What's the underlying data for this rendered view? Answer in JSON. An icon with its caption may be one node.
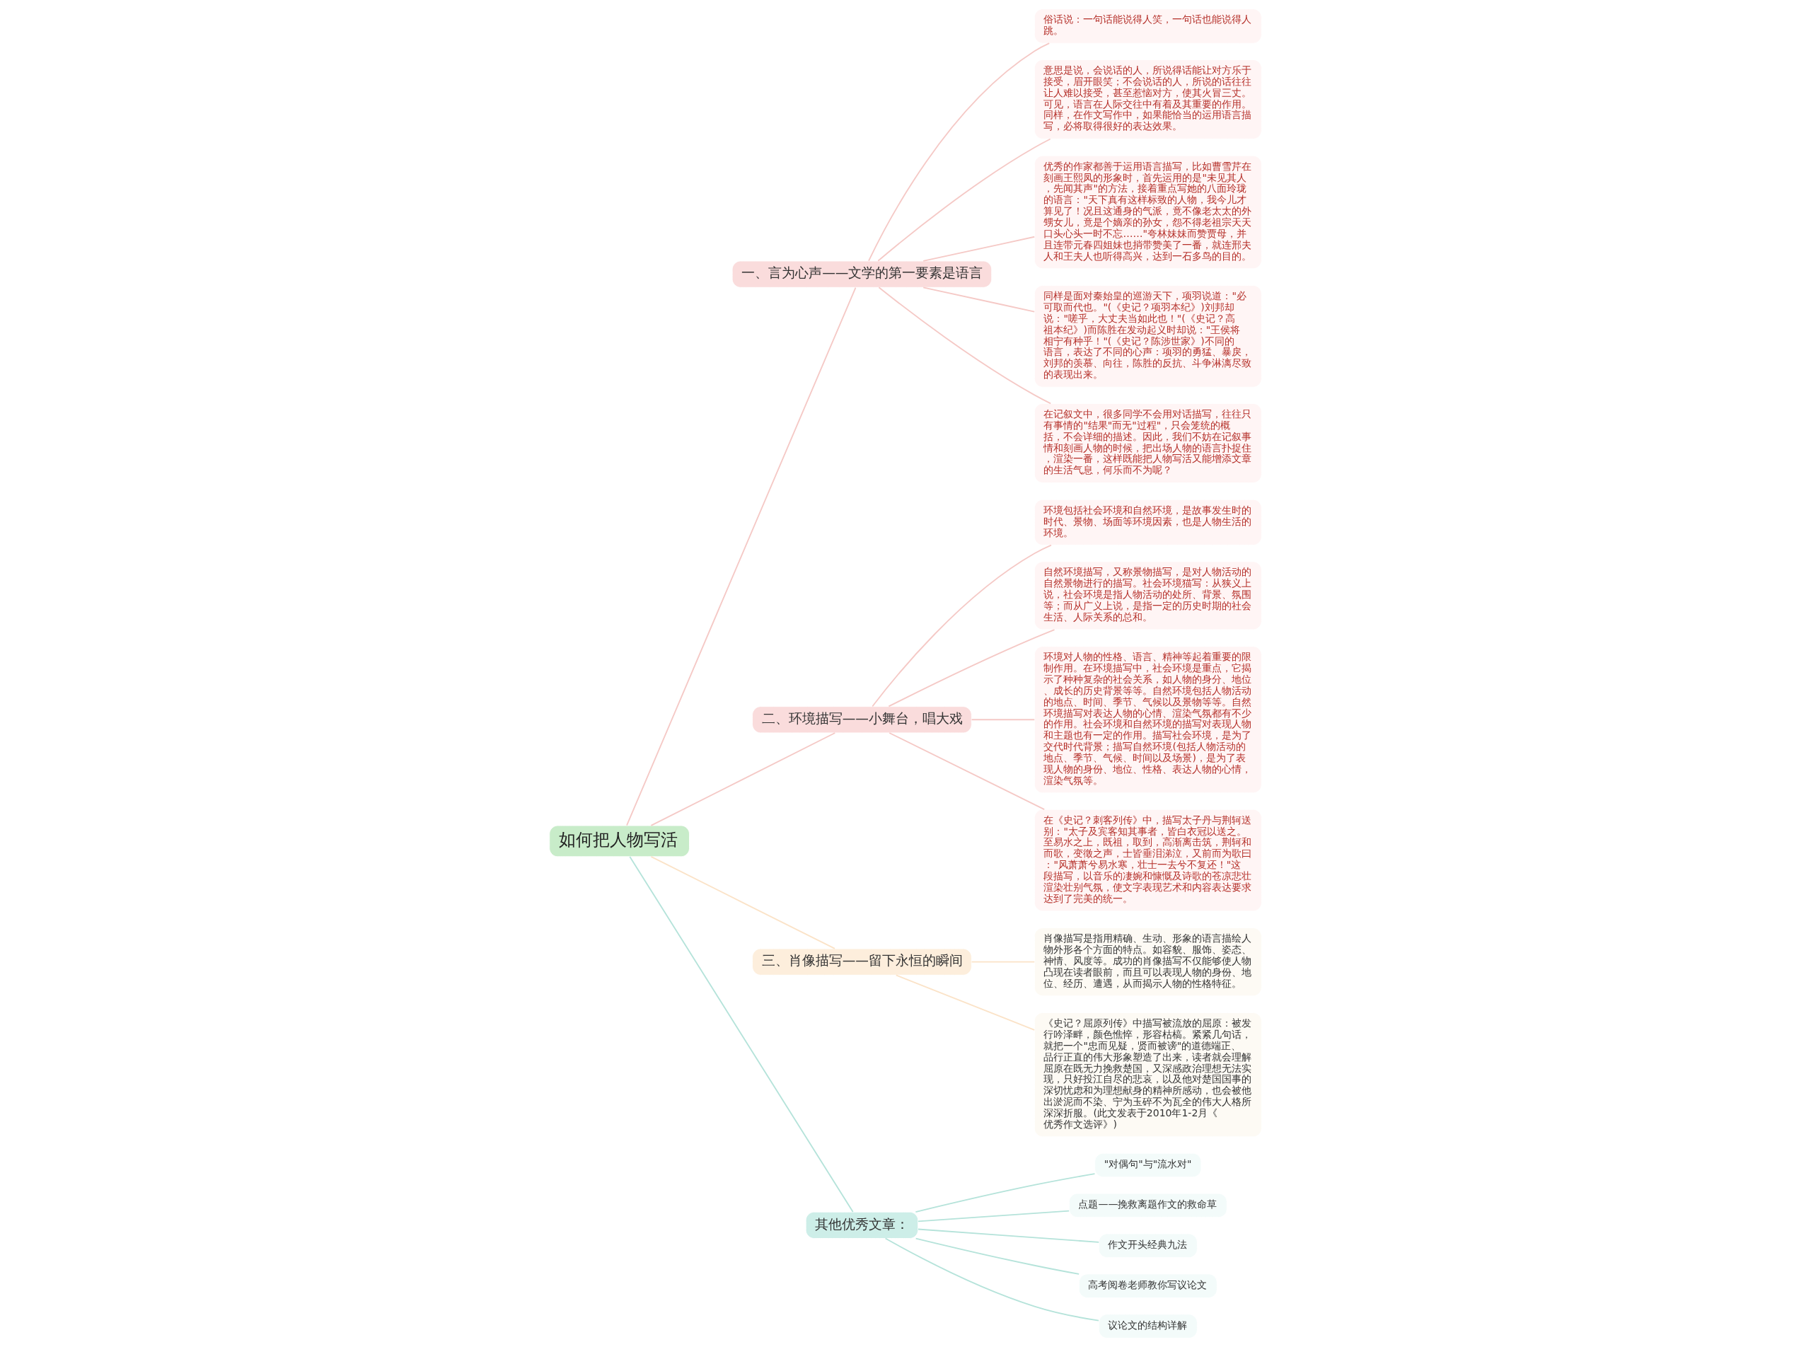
{
  "diagram": {
    "nodes": [
      {
        "text": [
          "如何把人物写活"
        ]
      },
      {
        "text": [
          "一、言为心声——文学的第一要素是语言"
        ]
      },
      {
        "text": [
          "俗话说：一句话能说得人笑，一句话也能说得人跳。"
        ]
      },
      {
        "text": [
          "意思是说，会说话的人，所说得话能让对方乐于接受，眉开眼笑；不会说话的人，所说的话往往让人难以接受，甚至惹恼对方，使其火冒三丈。可见，语言在人际交往中有着及其重要的作用。同样，在作文写作中，如果能恰当的运用语言描写，必将取得很好的表达效果。"
        ]
      },
      {
        "text": [
          "优秀的作家都善于运用语言描写，比如曹雪芹在刻画王熙凤的形象时，首先运用的是\"未见其人，先闻其声\"的方法，接着重点写她的八面玲珑的语言：\"天下真有这样标致的人物，我今儿才算见了！况且这通身的气派，竟不像老太太的外甥女儿，竟是个嫡亲的孙女，怨不得老祖宗天天口头心头一时不忘……\"夸林妹妹而赞贾母，并且连带元春四姐妹也捎带赞美了一番，就连邢夫人和王夫人也听得高兴，达到一石多鸟的目的。"
        ]
      },
      {
        "text": [
          "同样是面对秦始皇的巡游天下，项羽说道：\"必可取而代也。\"(《史记？项羽本纪》)刘邦却说：\"嗟乎，大丈夫当如此也！\"(《史记？高祖本纪》)而陈胜在发动起义时却说：\"王侯将相宁有种乎！\"(《史记？陈涉世家》)不同的语言，表达了不同的心声：项羽的勇猛、暴戾，刘邦的羡慕、向往，陈胜的反抗、斗争淋漓尽致的表现出来。"
        ]
      },
      {
        "text": [
          "在记叙文中，很多同学不会用对话描写，往往只有事情的\"结果\"而无\"过程\"，只会笼统的概括，不会详细的描述。因此，我们不妨在记叙事情和刻画人物的时候，把出场人物的语言扑捉住，渲染一番，这样既能把人物写活又能增添文章的生活气息，何乐而不为呢？"
        ]
      },
      {
        "text": [
          "二、环境描写——小舞台，唱大戏"
        ]
      },
      {
        "text": [
          "环境包括社会环境和自然环境，是故事发生时的时代、景物、场面等环境因素，也是人物生活的环境。"
        ]
      },
      {
        "text": [
          "自然环境描写，又称景物描写，是对人物活动的自然景物进行的描写。社会环境猫写：从狭义上说，社会环境是指人物活动的处所、背景、氛围等；而从广义上说，是指一定的历史时期的社会生活、人际关系的总和。"
        ]
      },
      {
        "text": [
          "环境对人物的性格、语言、精神等起着重要的限制作用。在环境描写中，社会环境是重点，它揭示了种种复杂的社会关系，如人物的身分、地位、成长的历史背景等等。自然环境包括人物活动的地点、时间、季节、气候以及景物等等。自然环境描写对表达人物的心情、渲染气氛都有不少的作用。社会环境和自然环境的描写对表现人物和主题也有一定的作用。描写社会环境，是为了交代时代背景；描写自然环境(包括人物活动的地点、季节、气候、时间以及场景)，是为了表现人物的身份、地位、性格、表达人物的心情，渲染气氛等。"
        ]
      },
      {
        "text": [
          "在《史记？刺客列传》中，描写太子丹与荆轲送别：\"太子及宾客知其事者，皆白衣冠以送之。至易水之上，既祖，取到，高渐离击筑，荆轲和而歌，变徵之声，士皆垂泪涕泣，又前而为歌曰：\"风萧萧兮易水寒，壮士一去兮不复还！\"这段描写，以音乐的凄婉和慷慨及诗歌的苍凉悲壮渲染壮别气氛，使文字表现艺术和内容表达要求达到了完美的统一。"
        ]
      },
      {
        "text": [
          "三、肖像描写——留下永恒的瞬间"
        ]
      },
      {
        "text": [
          "肖像描写是指用精确、生动、形象的语言描绘人物外形各个方面的特点。如容貌、服饰、姿态、神情、风度等。成功的肖像描写不仅能够使人物凸现在读者眼前，而且可以表现人物的身份、地位、经历、遭遇，从而揭示人物的性格特征。"
        ]
      },
      {
        "text": [
          "《史记？屈原列传》中描写被流放的屈原：被发行吟泽畔，颜色憔悴，形容枯槁。紧紧几句话，就把一个\"忠而见疑，贤而被谤\"的道德端正、品行正直的伟大形象塑造了出来，读者就会理解屈原在既无力挽救楚国，又深感政治理想无法实现，只好投江自尽的悲哀，以及他对楚国国事的深切忧虑和为理想献身的精神所感动，也会被他出淤泥而不染、宁为玉碎不为瓦全的伟大人格所深深折服。(此文发表于2010年1-2月《优秀作文选评》)"
        ]
      },
      {
        "text": [
          "其他优秀文章："
        ]
      },
      {
        "text": [
          "\"对偶句\"与\"流水对\""
        ]
      },
      {
        "text": [
          "点题——挽救离题作文的救命草"
        ]
      },
      {
        "text": [
          "作文开头经典九法"
        ]
      },
      {
        "text": [
          "高考阅卷老师教你写议论文"
        ]
      },
      {
        "text": [
          "议论文的结构详解"
        ]
      }
    ],
    "edges": [
      {
        "from": 0,
        "to": 1,
        "arrow": "none"
      },
      {
        "from": 1,
        "to": 2,
        "arrow": "none"
      },
      {
        "from": 1,
        "to": 3,
        "arrow": "none"
      },
      {
        "from": 1,
        "to": 4,
        "arrow": "none"
      },
      {
        "from": 1,
        "to": 5,
        "arrow": "none"
      },
      {
        "from": 1,
        "to": 6,
        "arrow": "none"
      },
      {
        "from": 0,
        "to": 7,
        "arrow": "none"
      },
      {
        "from": 7,
        "to": 8,
        "arrow": "none"
      },
      {
        "from": 7,
        "to": 9,
        "arrow": "none"
      },
      {
        "from": 7,
        "to": 10,
        "arrow": "none"
      },
      {
        "from": 7,
        "to": 11,
        "arrow": "none"
      },
      {
        "from": 0,
        "to": 12,
        "arrow": "none",
        "color": "#fbe3c8"
      },
      {
        "from": 12,
        "to": 13,
        "arrow": "none",
        "color": "#fbe3c8"
      },
      {
        "from": 12,
        "to": 14,
        "arrow": "none",
        "color": "#fbe3c8"
      },
      {
        "from": 0,
        "to": 15,
        "arrow": "none",
        "color": "#b5e3da"
      },
      {
        "from": 15,
        "to": 16,
        "arrow": "none",
        "color": "#b5e3da"
      },
      {
        "from": 15,
        "to": 17,
        "arrow": "none",
        "color": "#b5e3da"
      },
      {
        "from": 15,
        "to": 18,
        "arrow": "none",
        "color": "#b5e3da"
      },
      {
        "from": 15,
        "to": 19,
        "arrow": "none",
        "color": "#b5e3da"
      },
      {
        "from": 15,
        "to": 20,
        "arrow": "none",
        "color": "#b5e3da"
      }
    ]
  }
}
